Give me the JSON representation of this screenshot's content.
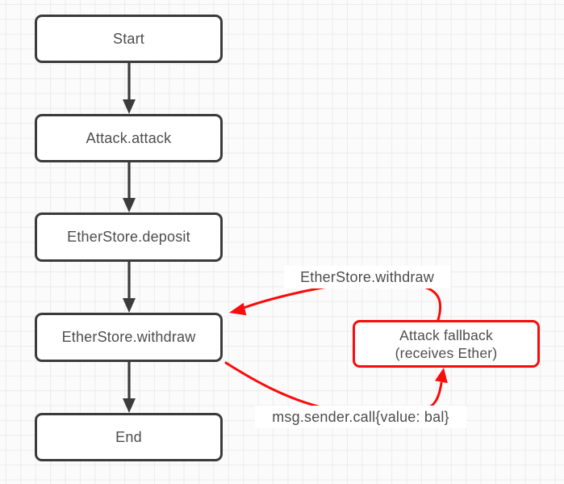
{
  "diagram": {
    "colors": {
      "background": "#fbfbfb",
      "grid": "#ececec",
      "node_border": "#3b3b3b",
      "node_text": "#4d4d4d",
      "accent_red": "#f80c0c"
    },
    "nodes": [
      {
        "id": "start",
        "label": "Start"
      },
      {
        "id": "attack-attack",
        "label": "Attack.attack"
      },
      {
        "id": "etherstore-deposit",
        "label": "EtherStore.deposit"
      },
      {
        "id": "etherstore-withdraw",
        "label": "EtherStore.withdraw"
      },
      {
        "id": "end",
        "label": "End"
      }
    ],
    "fallback_node": {
      "line1": "Attack fallback",
      "line2": "(receives Ether)"
    },
    "edges": [
      {
        "from": "Start",
        "to": "Attack.attack",
        "color": "black",
        "label": ""
      },
      {
        "from": "Attack.attack",
        "to": "EtherStore.deposit",
        "color": "black",
        "label": ""
      },
      {
        "from": "EtherStore.deposit",
        "to": "EtherStore.withdraw",
        "color": "black",
        "label": ""
      },
      {
        "from": "EtherStore.withdraw",
        "to": "End",
        "color": "black",
        "label": ""
      },
      {
        "from": "Attack fallback",
        "to": "EtherStore.withdraw",
        "color": "red",
        "label": "EtherStore.withdraw"
      },
      {
        "from": "EtherStore.withdraw",
        "to": "Attack fallback",
        "color": "red",
        "label": "msg.sender.call{value: bal}"
      }
    ]
  }
}
